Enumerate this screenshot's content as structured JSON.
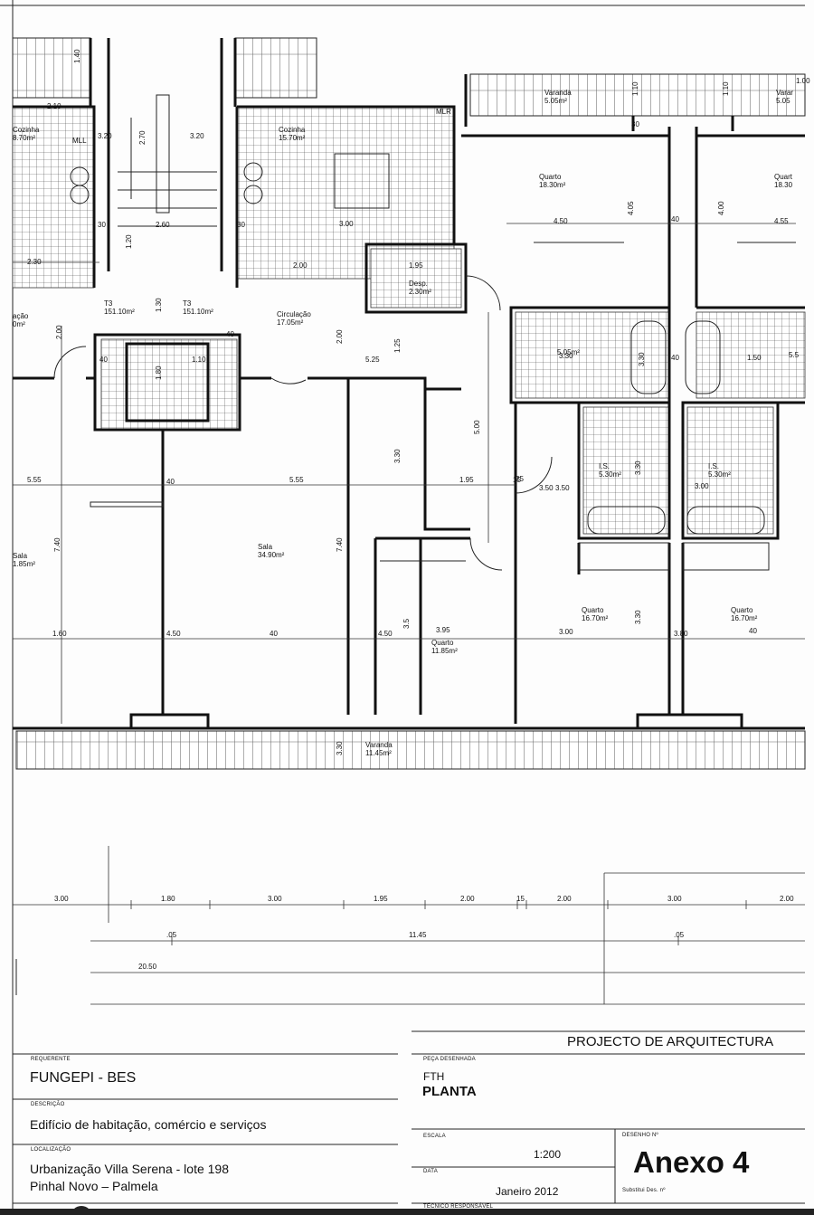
{
  "plan": {
    "rooms": [
      {
        "id": "cozinha-l",
        "name": "Cozinha",
        "area": "8.70m²"
      },
      {
        "id": "cozinha-r",
        "name": "Cozinha",
        "area": "15.70m²"
      },
      {
        "id": "varanda-top",
        "name": "Varanda",
        "area": "5.05m²"
      },
      {
        "id": "varanda-top-r",
        "name": "Varar",
        "area": "5.05"
      },
      {
        "id": "quarto-1",
        "name": "Quarto",
        "area": "18.30m²"
      },
      {
        "id": "quarto-1r",
        "name": "Quart",
        "area": "18.30"
      },
      {
        "id": "desp",
        "name": "Desp.",
        "area": "2.30m²"
      },
      {
        "id": "t3-l",
        "name": "T3",
        "area": "151.10m²"
      },
      {
        "id": "t3-r",
        "name": "T3",
        "area": "151.10m²"
      },
      {
        "id": "circ-l",
        "name": "ação",
        "area": "0m²"
      },
      {
        "id": "circ-r",
        "name": "Circulação",
        "area": "17.05m²"
      },
      {
        "id": "wc-1",
        "name": "",
        "area": "5.05m²"
      },
      {
        "id": "wc-1r",
        "name": "",
        "area": "5.5"
      },
      {
        "id": "wc-2",
        "name": "I.S.",
        "area": "5.30m²"
      },
      {
        "id": "wc-3",
        "name": "I.S.",
        "area": "5.30m²"
      },
      {
        "id": "sala-l",
        "name": "Sala",
        "area": "1.85m²"
      },
      {
        "id": "sala",
        "name": "Sala",
        "area": "34.90m²"
      },
      {
        "id": "quarto-2",
        "name": "Quarto",
        "area": "11.85m²"
      },
      {
        "id": "quarto-3",
        "name": "Quarto",
        "area": "16.70m²"
      },
      {
        "id": "quarto-4",
        "name": "Quarto",
        "area": "16.70m²"
      },
      {
        "id": "varanda-bottom",
        "name": "Varanda",
        "area": "11.45m²"
      }
    ],
    "dims": [
      "1.40",
      "3.20",
      "3.20",
      "2.70",
      "2.60",
      "1.20",
      "30",
      "30",
      "3.00",
      "2.00",
      "1.95",
      "4.05",
      "4.50",
      "40",
      "4.00",
      "4.55",
      "30",
      "1.10",
      "1.10",
      "40",
      "40",
      "1.30",
      "2.00",
      "2.00",
      "1.25",
      "5.25",
      "3.30",
      "3.30",
      "1.50",
      "40",
      "3.30",
      "5.00",
      "1.95",
      "15",
      "3.30",
      "1.80",
      "5.55",
      "40",
      "5.55",
      "7.40",
      "7.40",
      "3.50",
      "3.00",
      "1.60",
      "4.50",
      "40",
      "4.50",
      "3.5",
      "3.95",
      "3.00",
      "3.30",
      "3.80",
      "40",
      "3.30",
      "1.00",
      "2.10",
      "2.30",
      "3.50",
      "1.10",
      "MLL",
      "MLR",
      "25"
    ],
    "bottom_dims_row1": [
      "3.00",
      "1.80",
      "3.00",
      "1.95",
      "2.00",
      "15",
      "2.00",
      "3.00",
      "2.00"
    ],
    "bottom_dims_row2": [
      ".05",
      "11.45",
      ".05"
    ],
    "bottom_dims_row3": [
      "20.50"
    ]
  },
  "title_block": {
    "project_heading": "PROJECTO DE ARQUITECTURA",
    "requerente_label": "REQUERENTE",
    "requerente": "FUNGEPI - BES",
    "descricao_label": "DESCRIÇÃO",
    "descricao": "Edifício de habitação, comércio e serviços",
    "localizacao_label": "LOCALIZAÇÃO",
    "localizacao_line1": "Urbanização Villa Serena - lote 198",
    "localizacao_line2": "Pinhal Novo – Palmela",
    "peca_label": "PEÇA DESENHADA",
    "peca_code": "FTH",
    "peca_title": "PLANTA",
    "escala_label": "ESCALA",
    "escala": "1:200",
    "data_label": "DATA",
    "data": "Janeiro 2012",
    "desenho_label": "DESENHO Nº",
    "desenho": "Anexo 4",
    "substitui_label": "Substitui Des. nº",
    "tecnico_label": "TÉCNICO RESPONSÁVEL"
  }
}
